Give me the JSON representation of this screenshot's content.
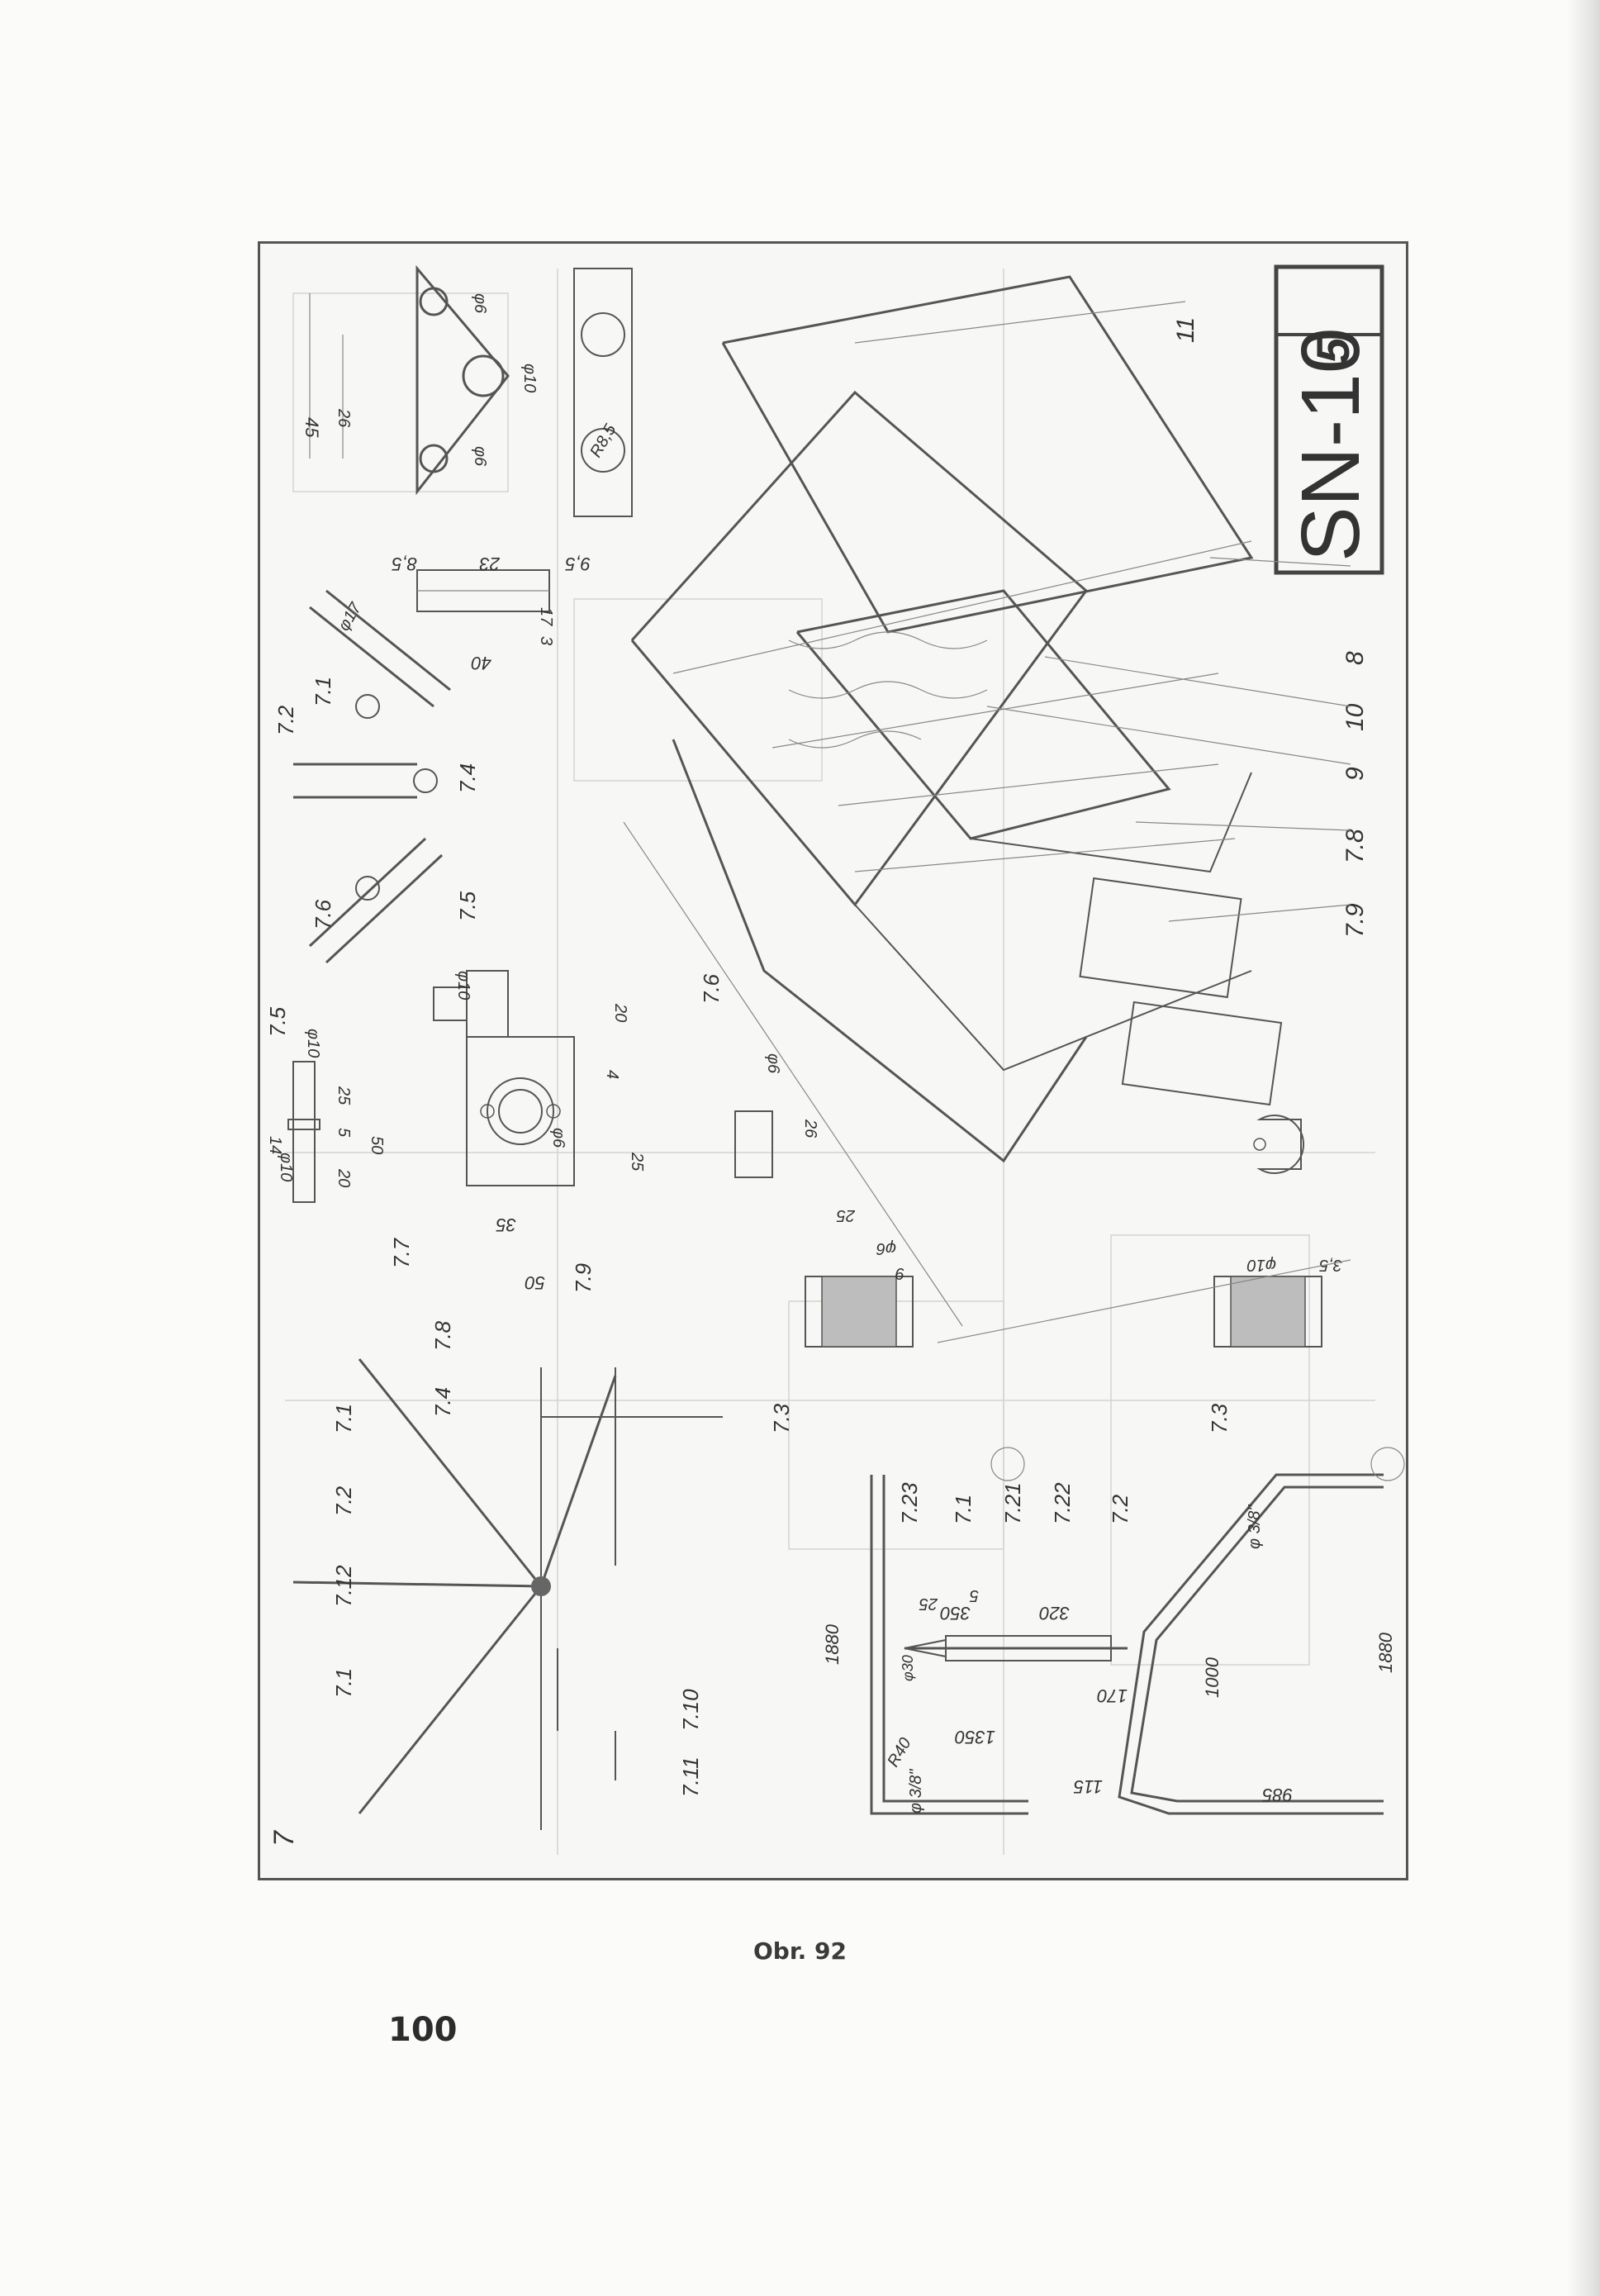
{
  "caption": "Obr. 92",
  "page_number": "100",
  "title_block": {
    "code": "SN-10",
    "sheet": "5"
  },
  "part_numbers": {
    "assembly": "7",
    "p_7_1": "7.1",
    "p_7_2": "7.2",
    "p_7_3": "7.3",
    "p_7_4": "7.4",
    "p_7_5": "7.5",
    "p_7_6": "7.6",
    "p_7_7": "7.7",
    "p_7_8": "7.8",
    "p_7_9": "7.9",
    "p_7_10": "7.10",
    "p_7_11": "7.11",
    "p_7_12": "7.12",
    "p_7_21": "7.21",
    "p_7_22": "7.22",
    "p_7_23": "7.23",
    "p_8": "8",
    "p_9": "9",
    "p_10": "10",
    "p_11": "11"
  },
  "dimensions": {
    "d45": "45",
    "d26": "26",
    "phi6": "φ6",
    "phi10": "φ10",
    "d85": "8,5",
    "d23": "23",
    "d95": "9,5",
    "r85": "R8,5",
    "phi17": "φ17",
    "d40": "40",
    "d17": "17",
    "d3": "3",
    "d25": "25",
    "d5": "5",
    "d50": "50",
    "d20": "20",
    "d14": "14",
    "d4": "4",
    "d35": "35",
    "d9": "9",
    "d6": "6",
    "d35b": "3,5",
    "d1880": "1880",
    "d1350": "1350",
    "d350": "350",
    "d320": "320",
    "d170": "170",
    "d1000": "1000",
    "d115": "115",
    "d985": "985",
    "r40": "R40",
    "phi3_8": "φ 3/8\"",
    "phi30": "φ30"
  }
}
